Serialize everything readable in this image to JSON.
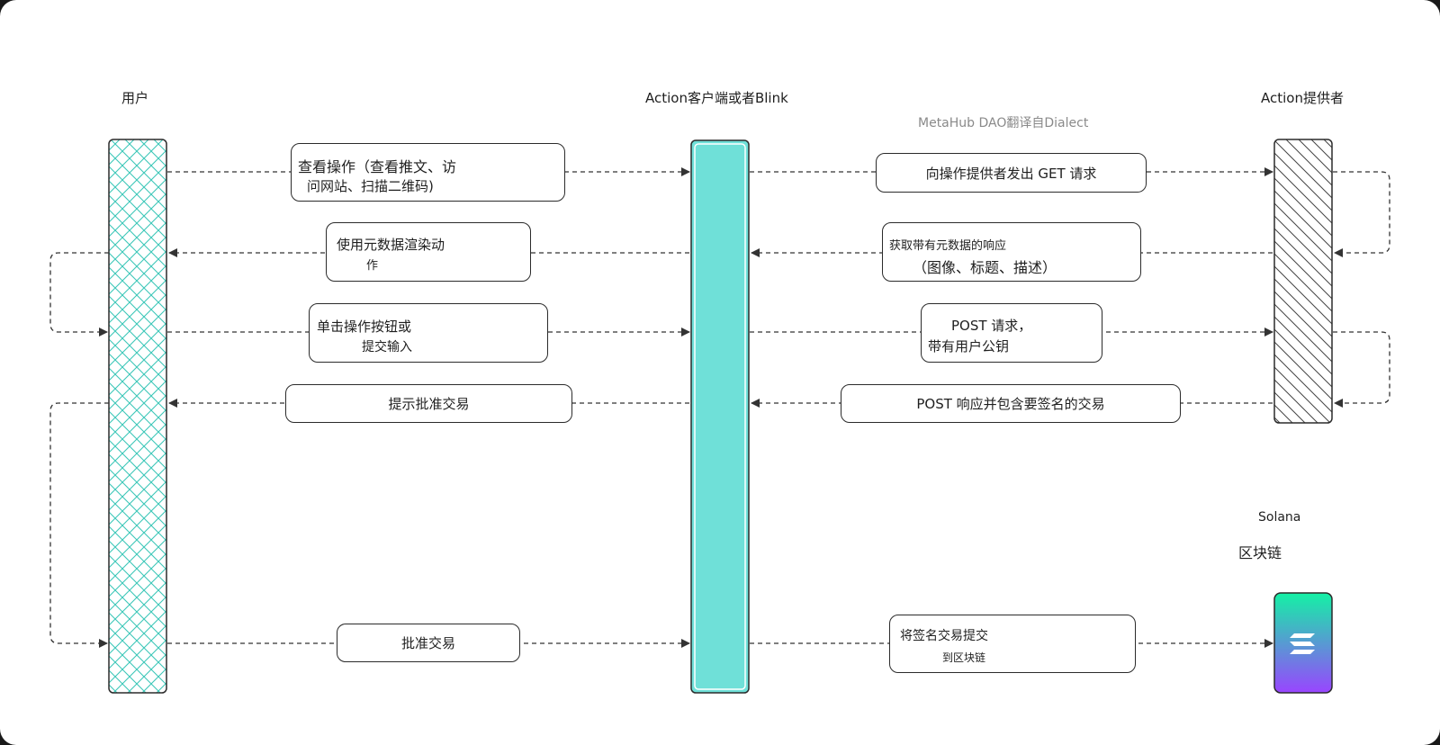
{
  "headers": {
    "user": "用户",
    "client": "Action客户端或者Blink",
    "provider": "Action提供者",
    "subtitle": "MetaHub DAO翻译自Dialect"
  },
  "messages": {
    "view_action_line1": "查看操作（查看推文、访",
    "view_action_line2": "问网站、扫描二维码)",
    "get_request": "向操作提供者发出 GET 请求",
    "render_line1": "使用元数据渲染动",
    "render_line2": "作",
    "metadata_line1": "获取带有元数据的响应",
    "metadata_line2": "（图像、标题、描述）",
    "click_line1": "单击操作按钮或",
    "click_line2": "提交输入",
    "post_line1": "POST 请求，",
    "post_line2": "带有用户公钥",
    "prompt_approve": "提示批准交易",
    "post_response": "POST 响应并包含要签名的交易",
    "approve": "批准交易",
    "submit_line1": "将签名交易提交",
    "submit_line2": "到区块链"
  },
  "blockchain": {
    "name": "Solana",
    "label": "区块链",
    "icon": "solana-logo-icon"
  },
  "colors": {
    "user_hatch": "#3cc7b8",
    "client_bar": "#6fe0d8",
    "provider_hatch": "#444444",
    "solana_gradient_top": "#14f1a5",
    "solana_gradient_bottom": "#9945ff"
  }
}
